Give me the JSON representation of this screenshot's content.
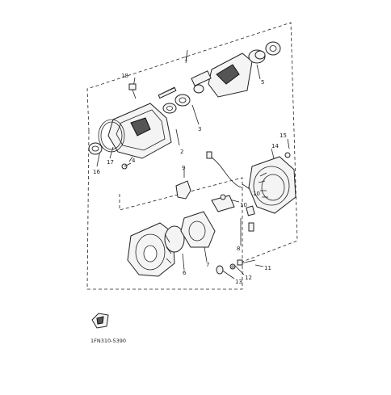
{
  "diagram": {
    "callouts": {
      "c1": "1",
      "c2": "2",
      "c3": "3",
      "c4": "4",
      "c5": "5",
      "c6": "6",
      "c7": "7",
      "c8": "8",
      "c9": "9",
      "c10a": "10",
      "c10b": "10",
      "c11": "11",
      "c12": "12",
      "c13": "13",
      "c14": "14",
      "c15": "15",
      "c16": "16",
      "c17": "17",
      "c18": "18"
    },
    "drawing_code": "1FN310-5390"
  }
}
